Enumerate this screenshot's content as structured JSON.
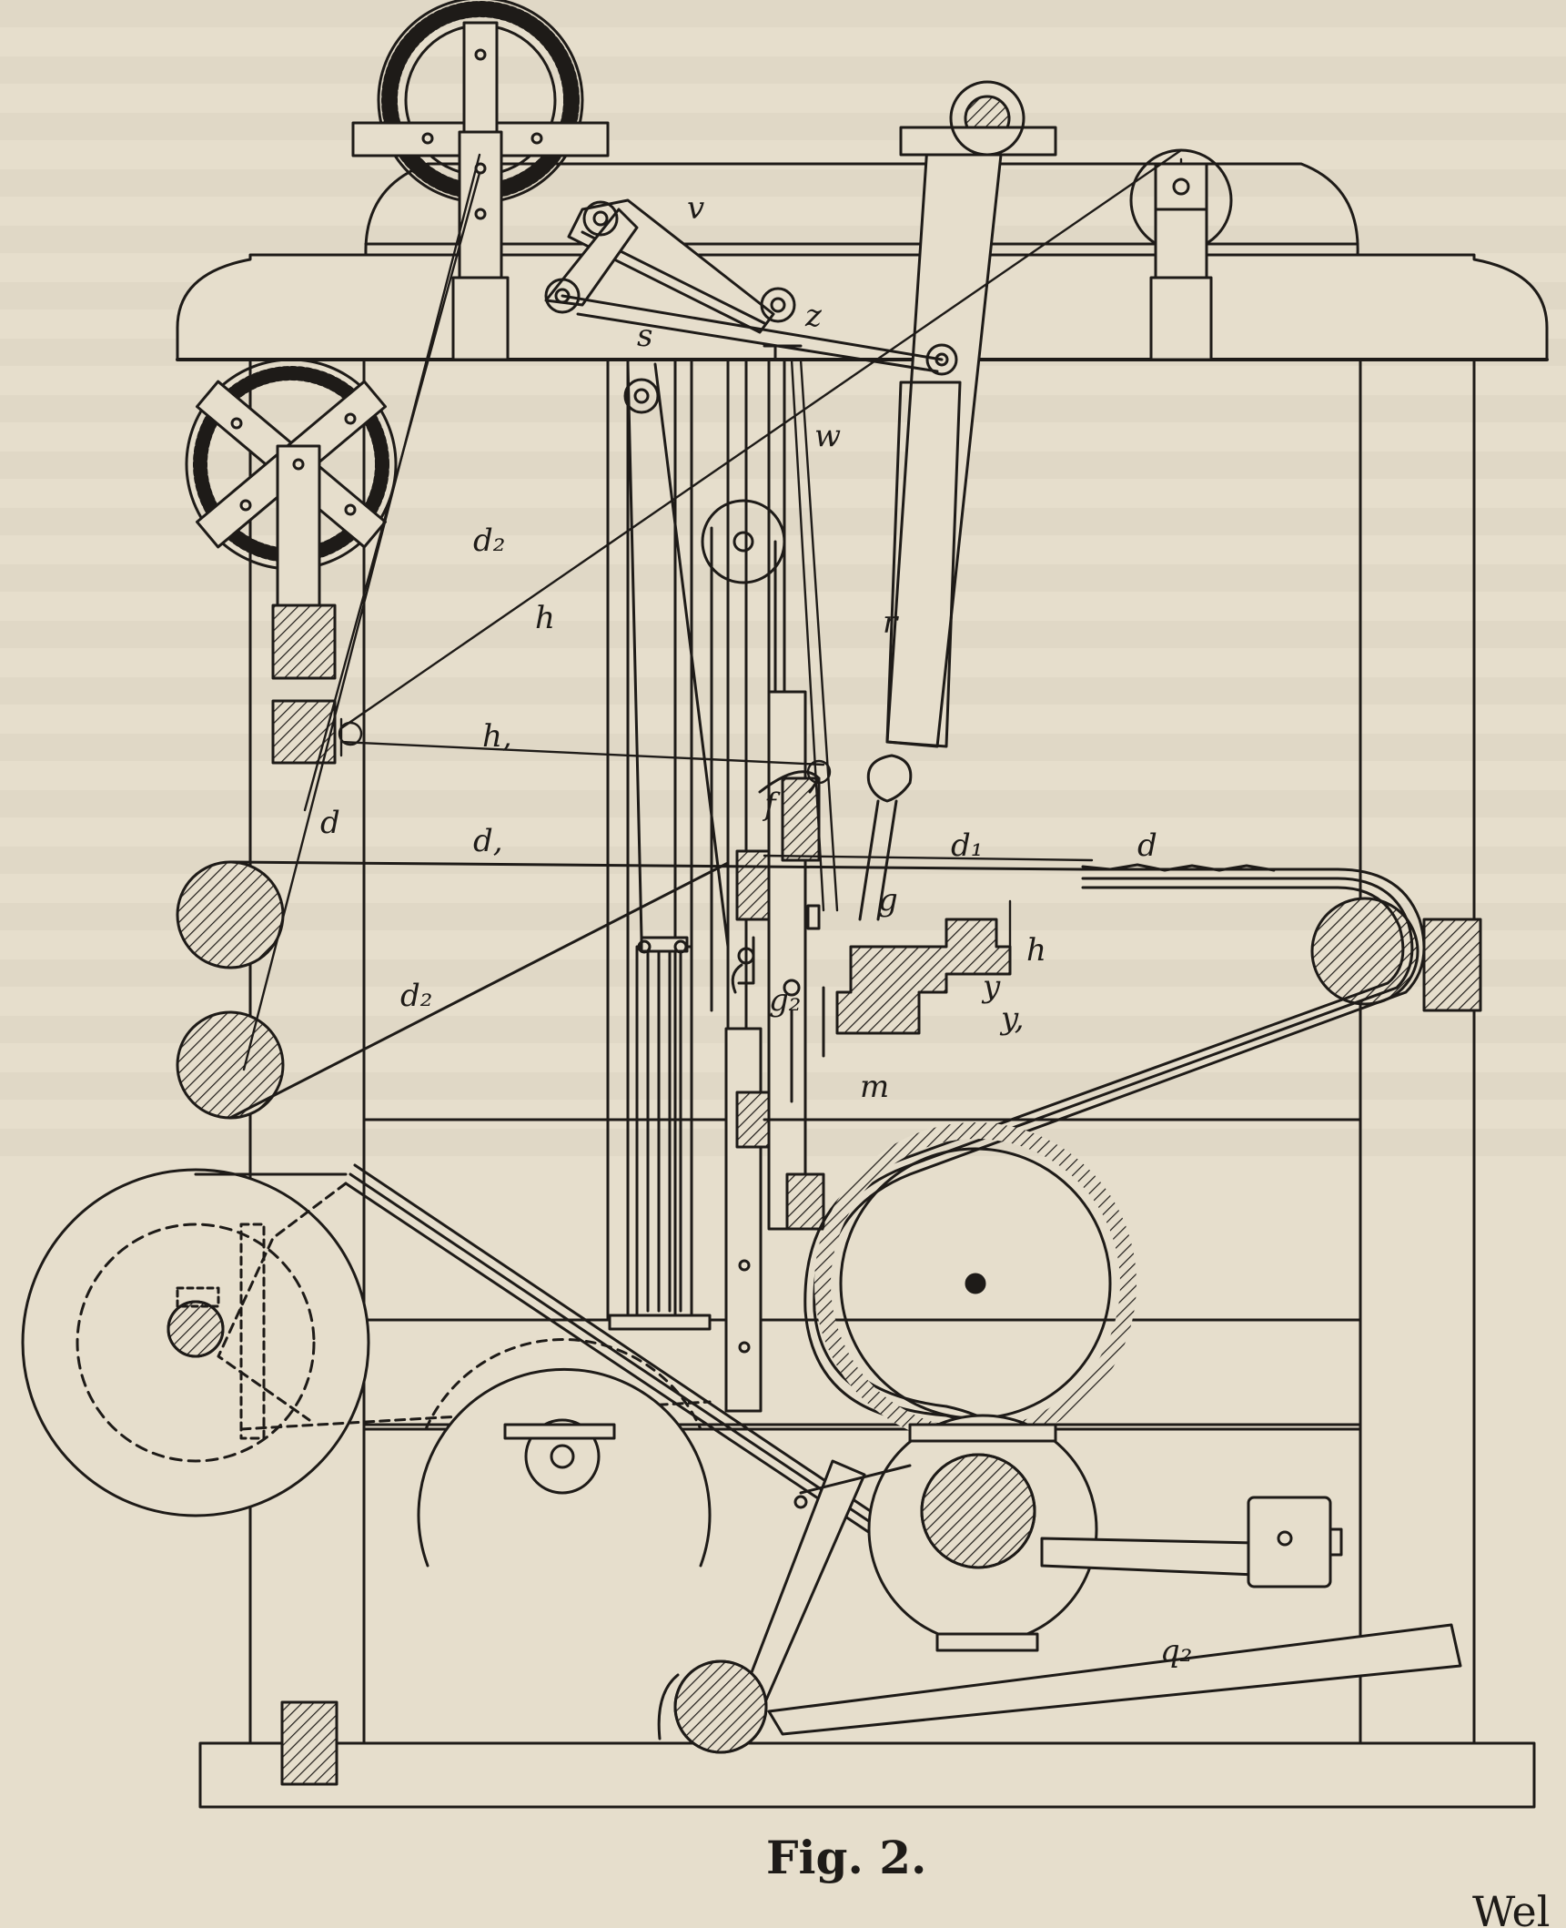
{
  "figure": {
    "caption": "Fig. 2.",
    "corner_text": "Wel",
    "labels": {
      "v": "v",
      "z": "z",
      "s": "s",
      "w": "w",
      "r": "r",
      "d2_upper": "d₂",
      "h_diag": "h",
      "h_horiz": "h,",
      "d_left": "d",
      "d_center": "d,",
      "d1": "d₁",
      "d_right": "d",
      "f": "f",
      "g": "g",
      "h_right": "h",
      "y": "y",
      "y1": "y,",
      "d2_lower": "d₂",
      "g2": "g₂",
      "m": "m",
      "q2": "q₂"
    }
  },
  "colors": {
    "ink": "#1e1b18",
    "paper": "#e6decc"
  }
}
